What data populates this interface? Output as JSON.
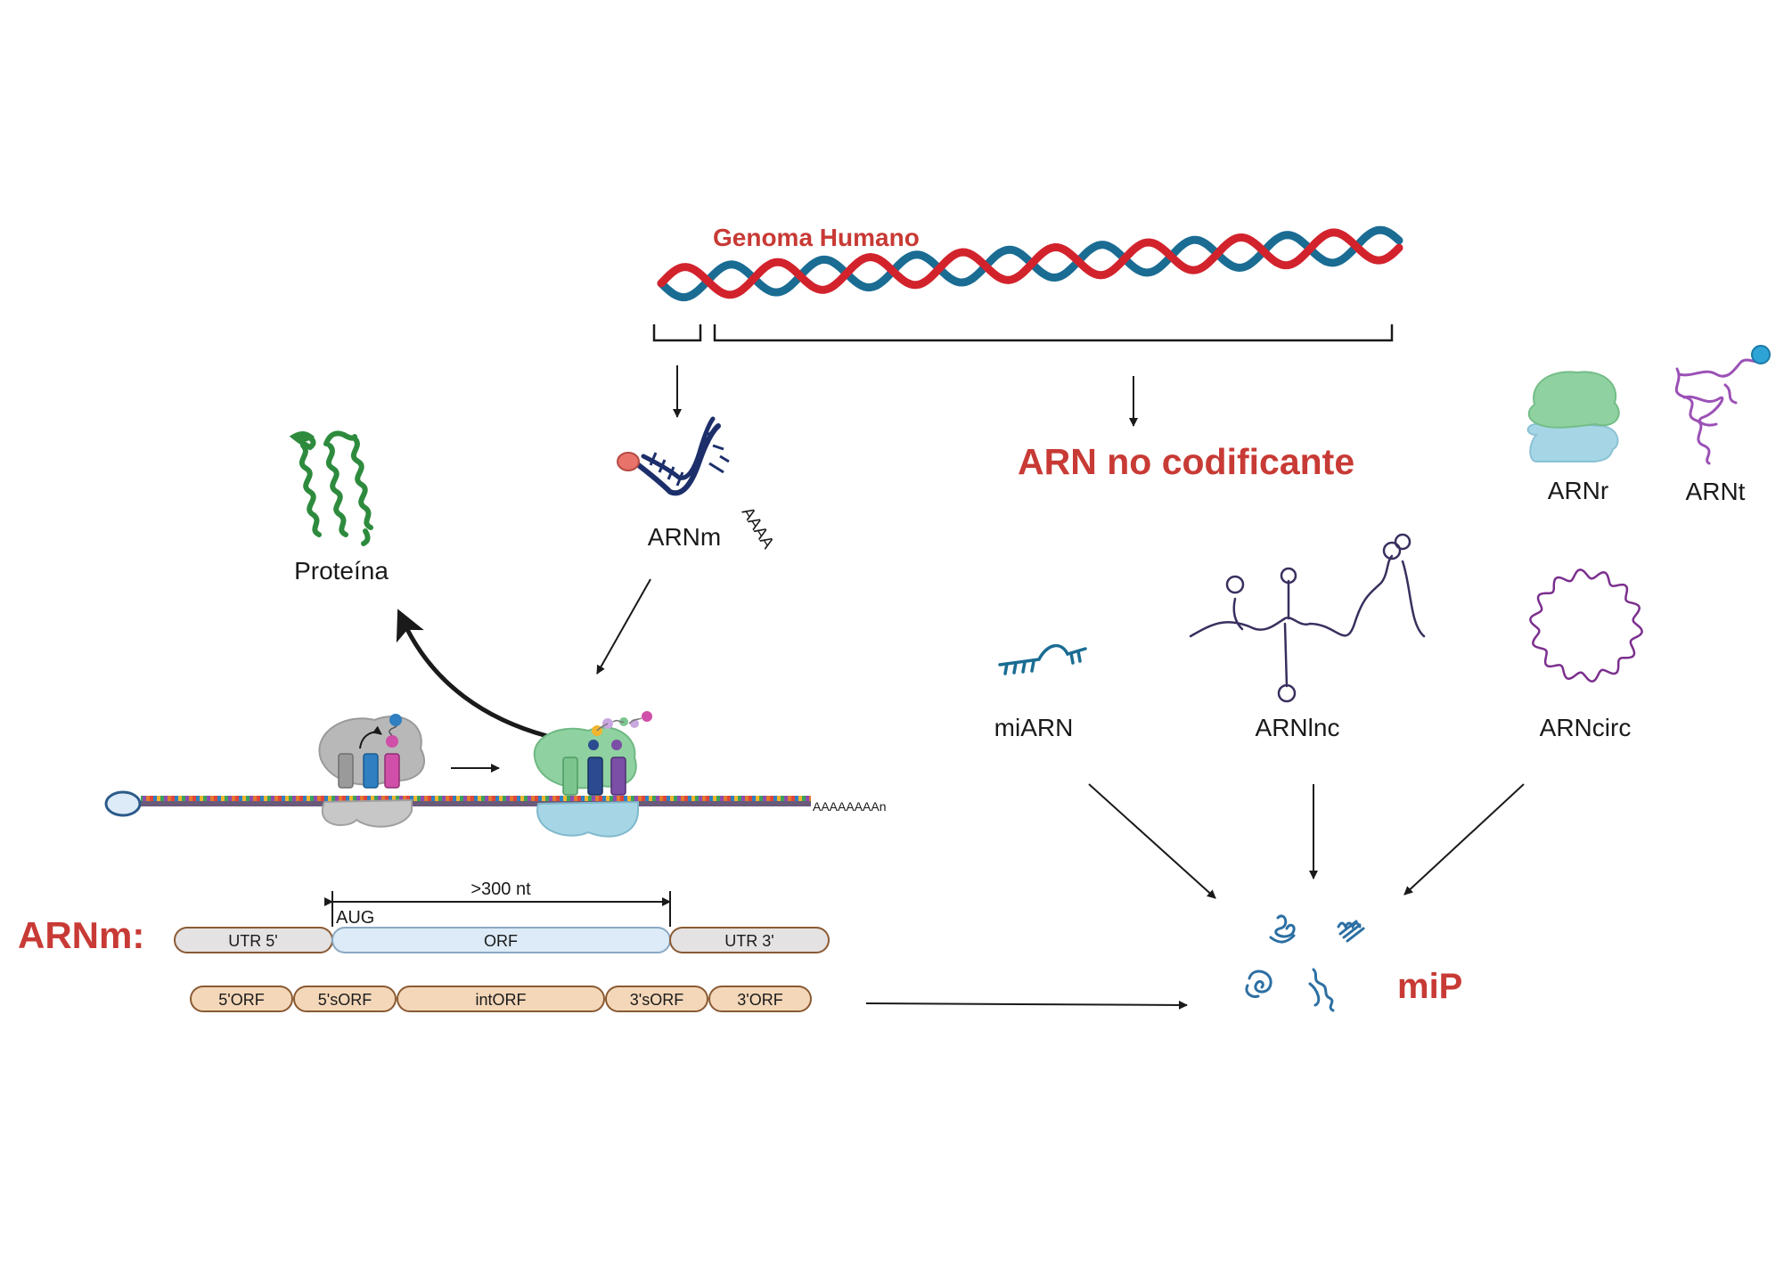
{
  "colors": {
    "accent_red": "#c83a35",
    "dna_red": "#d2232d",
    "dna_blue": "#1a6c93",
    "mrna_navy": "#1d2f6b",
    "utr_fill": "#e4e2e2",
    "orf_fill": "#dcebf7",
    "sorf_fill": "#f4d7b9",
    "segment_stroke": "#8a5a33",
    "protein_green": "#2e8b3e",
    "ribosome_gray": "#a8a8a8",
    "ribosome_green": "#8fd1a0",
    "ribosome_blue": "#a6d6e6",
    "trna_purple": "#9b51b6",
    "circ_purple": "#7b2f8e",
    "mip_blue": "#2c6fa3"
  },
  "genome": {
    "label": "Genoma Humano"
  },
  "mrna": {
    "label": "ARNm",
    "tail": "AAAA"
  },
  "protein": {
    "label": "Proteína"
  },
  "ncrna": {
    "title": "ARN no codificante"
  },
  "ncrna_types": {
    "rrna": "ARNr",
    "trna": "ARNt",
    "mirna": "miARN",
    "lncrna": "ARNlnc",
    "circrna": "ARNcirc"
  },
  "translation": {
    "polya": "AAAAAAAAn"
  },
  "structure": {
    "title": "ARNm:",
    "length_label": ">300 nt",
    "start_codon": "AUG",
    "regions": [
      "UTR 5'",
      "ORF",
      "UTR 3'"
    ],
    "sorfs": [
      "5'ORF",
      "5'sORF",
      "intORF",
      "3'sORF",
      "3'ORF"
    ]
  },
  "mip": {
    "label": "miP"
  }
}
